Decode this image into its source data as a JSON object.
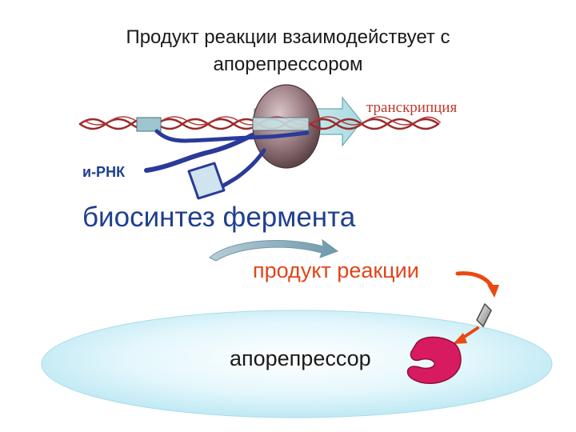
{
  "title": {
    "line1": "Продукт реакции взаимодействует с",
    "line2": "апорепрессором"
  },
  "labels": {
    "transcription": "транскрипция",
    "mrna": "и-РНК",
    "biosynthesis": "биосинтез фермента",
    "reaction_product": "продукт реакции",
    "aporepressor": "апорепрессор"
  },
  "colors": {
    "dna_strand": "#9b2a2a",
    "mrna": "#2a3a9a",
    "transcription_text": "#c0392b",
    "reaction_product_text": "#e2451a",
    "red_arrow": "#e84a10",
    "aporepressor_shape": "#d81b60",
    "cell_region": "#d8f3fb",
    "polymerase": "#8f6f75",
    "transcription_arrow": "#b9e3e8"
  }
}
